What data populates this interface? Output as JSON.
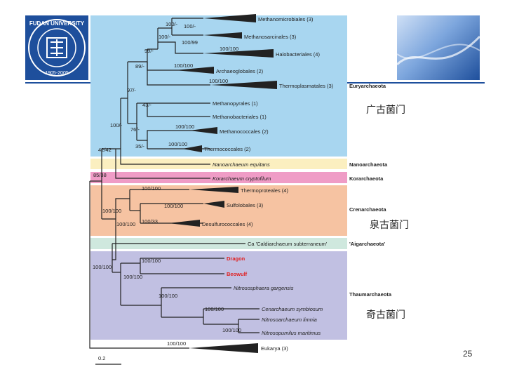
{
  "logo": {
    "university": "FUDAN UNIVERSITY",
    "years": "1905-2005"
  },
  "tree": {
    "taxa": {
      "methanomicrobiales": "Methanomicrobiales (3)",
      "methanosarcinales": "Methanosarcinales (3)",
      "halobacteriales": "Halobacteriales (4)",
      "archaeoglobales": "Archaeoglobales (2)",
      "thermoplasmatales": "Thermoplasmatales (3)",
      "methanopyrales": "Methanopyrales (1)",
      "methanobacteriales": "Methanobacteriales (1)",
      "methanococcales": "Methanococcales (2)",
      "thermococcales": "Thermococcales (2)",
      "nanoarchaeum": "Nanoarchaeum equitans",
      "korarchaeum": "Korarchaeum cryptofilum",
      "thermoproteales": "Thermoproteales (4)",
      "sulfolobales": "Sulfolobales (3)",
      "desulfurococcales": "Desulfurococcales (4)",
      "caldiarchaeum": "Ca 'Caldiarchaeum subterraneum'",
      "dragon": "Dragon",
      "beowulf": "Beowulf",
      "nitrososphaera": "Nitrososphaera gargensis",
      "cenarchaeum": "Cenarchaeum symbiosum",
      "nitrosoarchaeum": "Nitrosoarchaeum limnia",
      "nitrosopumilus": "Nitrosopumilus maritimus",
      "eukarya": "Eukarya (3)"
    },
    "support": {
      "n1": "100/-",
      "n2": "100/-",
      "n3": "100/-",
      "n4": "100/99",
      "n5": "100/100",
      "n6": "99/-",
      "n7": "89/-",
      "n8": "100/100",
      "n9": "100/100",
      "n10": "97/-",
      "n11": "43/-",
      "n12": "100/-",
      "n13": "76/-",
      "n14": "100/100",
      "n15": "35/-",
      "n16": "100/100",
      "n17": "42/42",
      "n18": "85/38",
      "n19": "100/100",
      "n20": "100/100",
      "n21": "100/100",
      "n22": "100/100",
      "n23": "100/33",
      "n24": "100/100",
      "n25": "100/100",
      "n26": "100/100",
      "n27": "100/100",
      "n28": "100/100",
      "n29": "100/100",
      "n30": "100/100"
    },
    "groups": {
      "euryarchaeota": "Euryarchaeota",
      "nanoarchaeota": "Nanoarchaeota",
      "korarchaeota": "Korarchaeota",
      "crenarchaeota": "Crenarchaeota",
      "aigarchaeota": "'Aigarchaeota'",
      "thaumarchaeota": "Thaumarchaeota"
    },
    "scale": "0.2",
    "colors": {
      "euryarchaeota": "#a8d6f0",
      "nanoarchaeota": "#fbefc0",
      "korarchaeota": "#ef9cc6",
      "crenarchaeota": "#f6c3a2",
      "aigarchaeota": "#cfe8de",
      "thaumarchaeota": "#c1c0e2",
      "highlight": "#e02020"
    }
  },
  "annotations": {
    "euryarchaeota_cn": "广古菌门",
    "crenarchaeota_cn": "泉古菌门",
    "thaumarchaeota_cn": "奇古菌门"
  },
  "page_number": "25"
}
